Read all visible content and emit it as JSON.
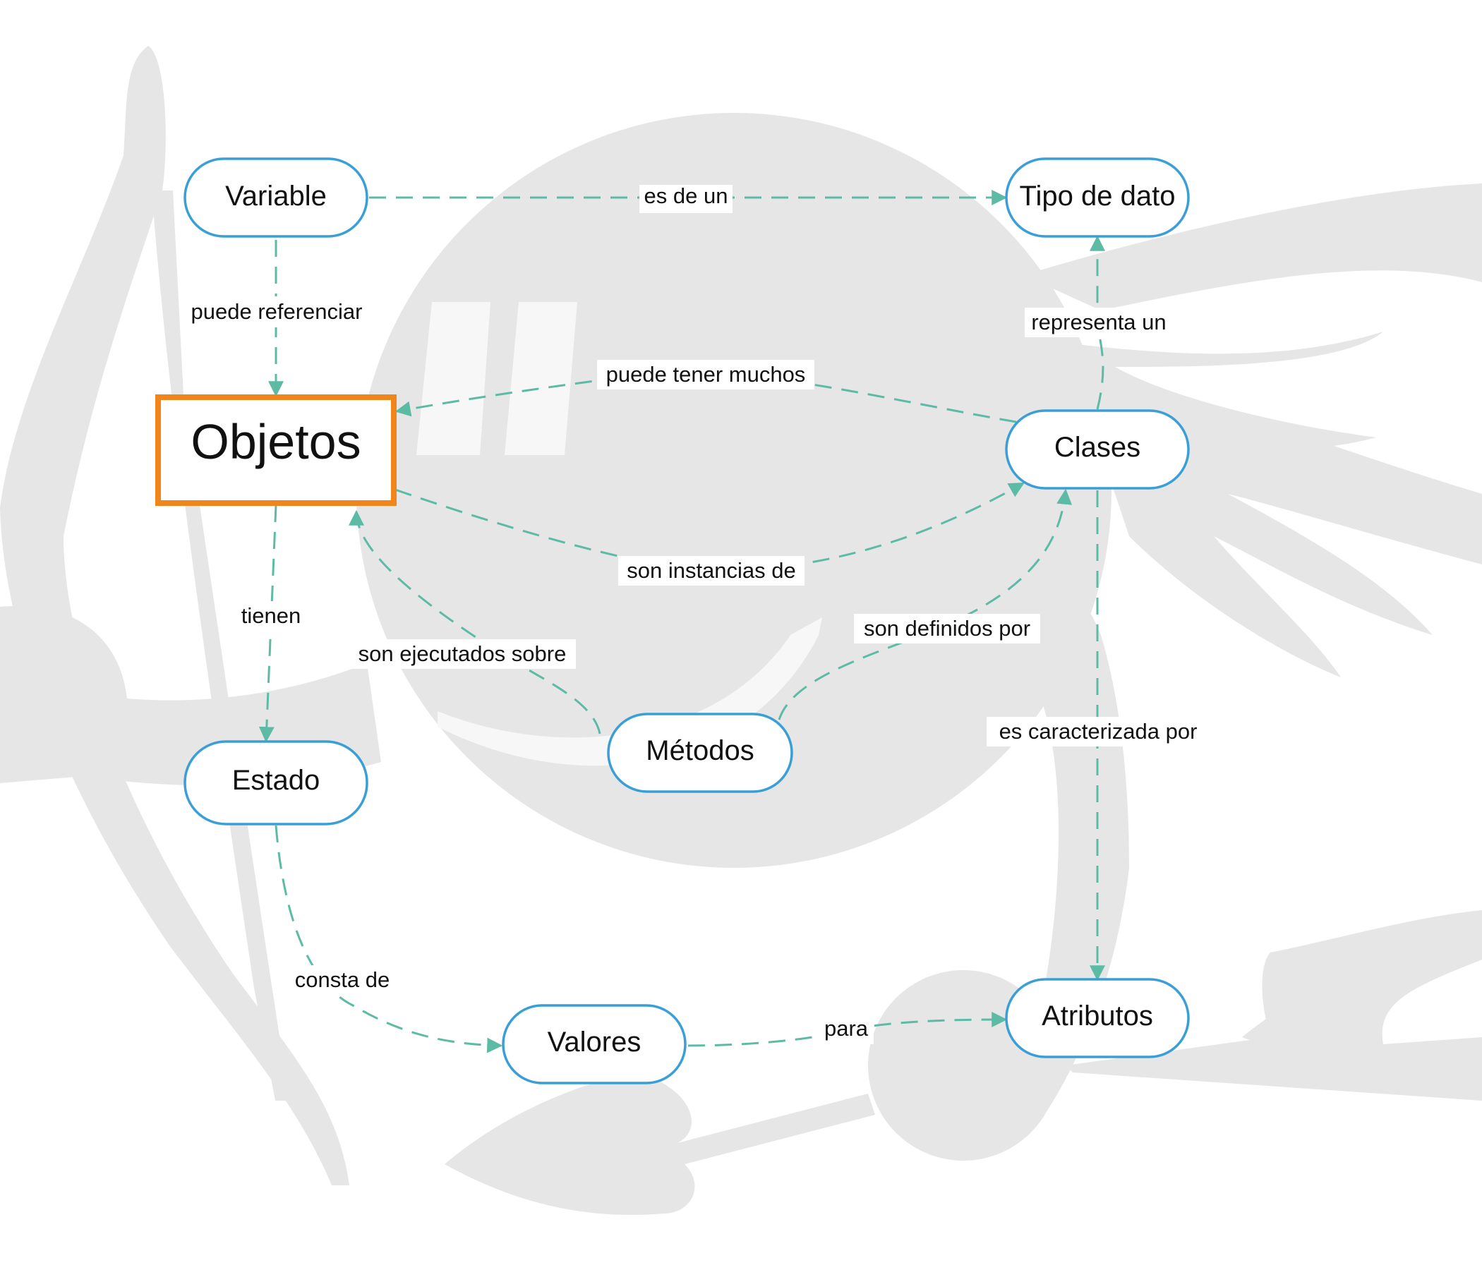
{
  "diagram": {
    "colors": {
      "node_border": "#3a9fd6",
      "central_border": "#f0851c",
      "edge": "#5dbba5",
      "watermark": "#e6e6e6",
      "watermark_highlight": "#f7f7f7"
    },
    "nodes": {
      "variable": "Variable",
      "tipo_de_dato": "Tipo de dato",
      "objetos": "Objetos",
      "clases": "Clases",
      "estado": "Estado",
      "metodos": "Métodos",
      "valores": "Valores",
      "atributos": "Atributos"
    },
    "edges": {
      "es_de_un": "es de un",
      "puede_referenciar": "puede referenciar",
      "representa_un": "representa un",
      "puede_tener_muchos": "puede tener muchos",
      "son_instancias_de": "son instancias de",
      "tienen": "tienen",
      "son_ejecutados_sobre": "son ejecutados sobre",
      "son_definidos_por": "son definidos por",
      "es_caracterizada_por": "es caracterizada por",
      "consta_de": "consta de",
      "para": "para"
    }
  }
}
